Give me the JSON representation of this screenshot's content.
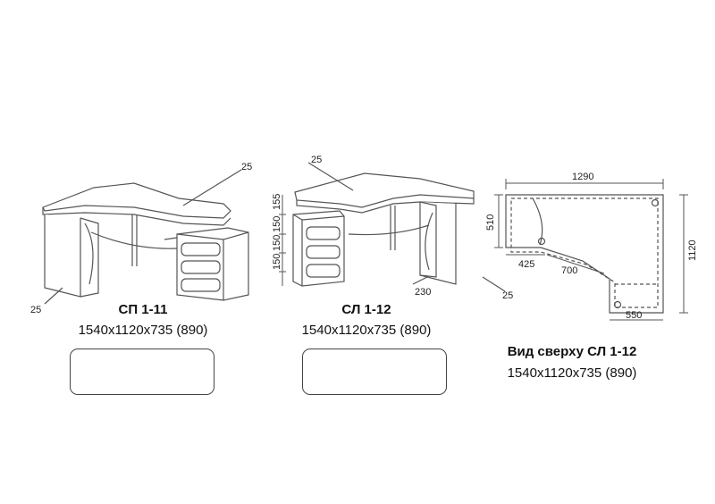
{
  "products": [
    {
      "title": "СП 1-11",
      "size": "1540x1120x735 (890)",
      "dims": {
        "top_right": "25",
        "left": "25"
      }
    },
    {
      "title": "СЛ 1-12",
      "size": "1540x1120x735 (890)",
      "dims": {
        "top": "25",
        "right": "25",
        "drawer_top": "155",
        "drawer_1": "150",
        "drawer_2": "150",
        "drawer_3": "150",
        "depth": "230"
      }
    }
  ],
  "top_view": {
    "title": "Вид сверху СЛ 1-12",
    "size": "1540x1120x735 (890)",
    "dims": {
      "width": "1290",
      "height": "1120",
      "left_depth": "510",
      "inner": "425",
      "diagonal": "700",
      "bottom": "550"
    }
  }
}
